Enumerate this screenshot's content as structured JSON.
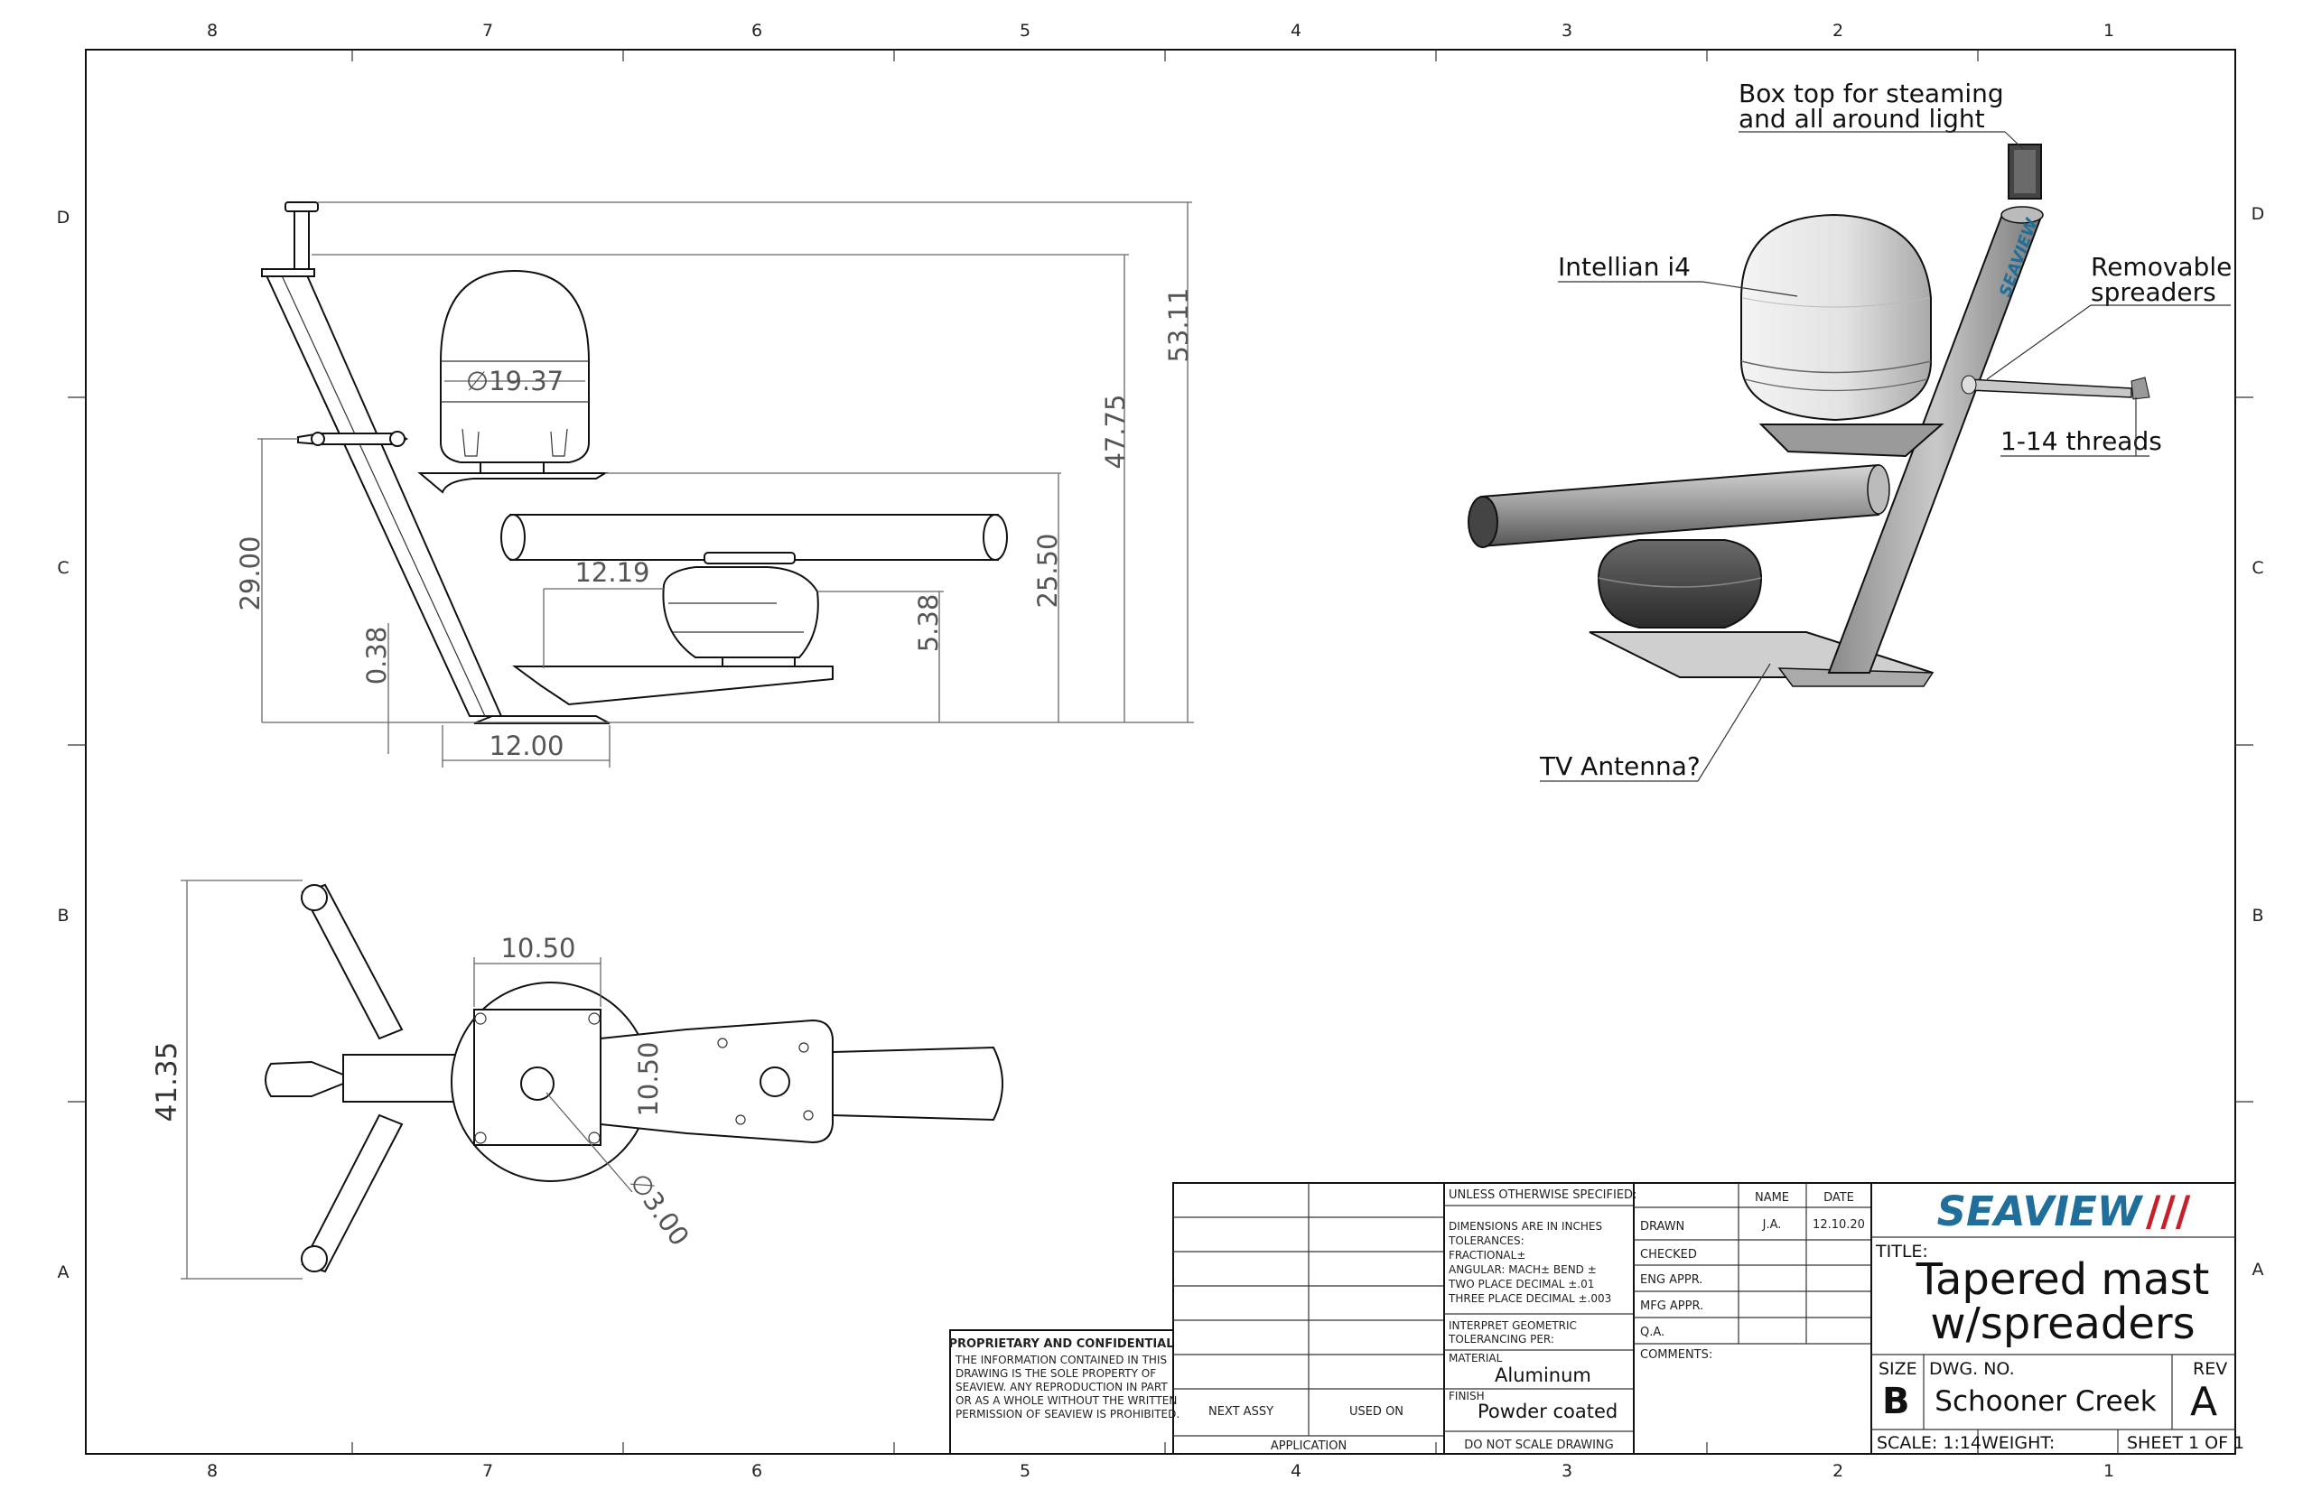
{
  "zones": {
    "columns": [
      "8",
      "7",
      "6",
      "5",
      "4",
      "3",
      "2",
      "1"
    ],
    "rows": [
      "D",
      "C",
      "B",
      "A"
    ]
  },
  "dimensions": {
    "dome_diameter": "∅19.37",
    "overall_height": "53.11",
    "light_height": "47.75",
    "spreader_height": "29.00",
    "arm_height": "25.50",
    "tv_width": "12.19",
    "tv_height": "5.38",
    "base_thickness": "0.38",
    "base_width": "12.00",
    "plate_width": "10.50",
    "plate_height": "10.50",
    "hole_diameter": "∅3.00",
    "spread_width": "41.35"
  },
  "callouts": {
    "box_top_line1": "Box top for steaming",
    "box_top_line2": "and all around light",
    "intellian": "Intellian i4",
    "removable_line1": "Removable",
    "removable_line2": "spreaders",
    "threads": "1-14 threads",
    "tv_antenna": "TV Antenna?"
  },
  "title_block": {
    "proprietary_heading": "PROPRIETARY AND CONFIDENTIAL",
    "proprietary_lines": [
      "THE INFORMATION CONTAINED IN THIS",
      "DRAWING IS THE SOLE PROPERTY OF",
      " SEAVIEW. ANY REPRODUCTION IN PART",
      "OR AS A WHOLE WITHOUT THE WRITTEN",
      "PERMISSION OF SEAVIEW IS PROHIBITED."
    ],
    "next_assy": "NEXT ASSY",
    "used_on": "USED ON",
    "application": "APPLICATION",
    "unless_specified": "UNLESS OTHERWISE SPECIFIED:",
    "tolerance_lines": [
      "DIMENSIONS ARE IN INCHES",
      "TOLERANCES:",
      "FRACTIONAL±",
      "ANGULAR: MACH±     BEND ±",
      "TWO PLACE DECIMAL    ±.01",
      "THREE PLACE DECIMAL  ±.003"
    ],
    "interpret_lines": [
      "INTERPRET GEOMETRIC",
      "TOLERANCING PER:"
    ],
    "material_label": "MATERIAL",
    "material": "Aluminum",
    "finish_label": "FINISH",
    "finish": "Powder coated",
    "do_not_scale": "DO NOT SCALE DRAWING",
    "name_header": "NAME",
    "date_header": "DATE",
    "drawn_label": "DRAWN",
    "drawn_name": "J.A.",
    "drawn_date": "12.10.20",
    "checked_label": "CHECKED",
    "eng_appr_label": "ENG APPR.",
    "mfg_appr_label": "MFG APPR.",
    "qa_label": "Q.A.",
    "comments_label": "COMMENTS:",
    "company": "SEAVIEW",
    "company_marks": "///",
    "title_label": "TITLE:",
    "title_line1": "Tapered mast",
    "title_line2": "w/spreaders",
    "size_label": "SIZE",
    "size": "B",
    "dwg_no_label": "DWG.  NO.",
    "dwg_no": "Schooner Creek",
    "rev_label": "REV",
    "rev": "A",
    "scale": "SCALE: 1:14",
    "weight": "WEIGHT:",
    "sheet": "SHEET 1 OF 1"
  },
  "colors": {
    "brand": "#1f6f9a",
    "ink": "#111111",
    "dimension": "#666666",
    "part_shade": "#b9b9b9"
  }
}
